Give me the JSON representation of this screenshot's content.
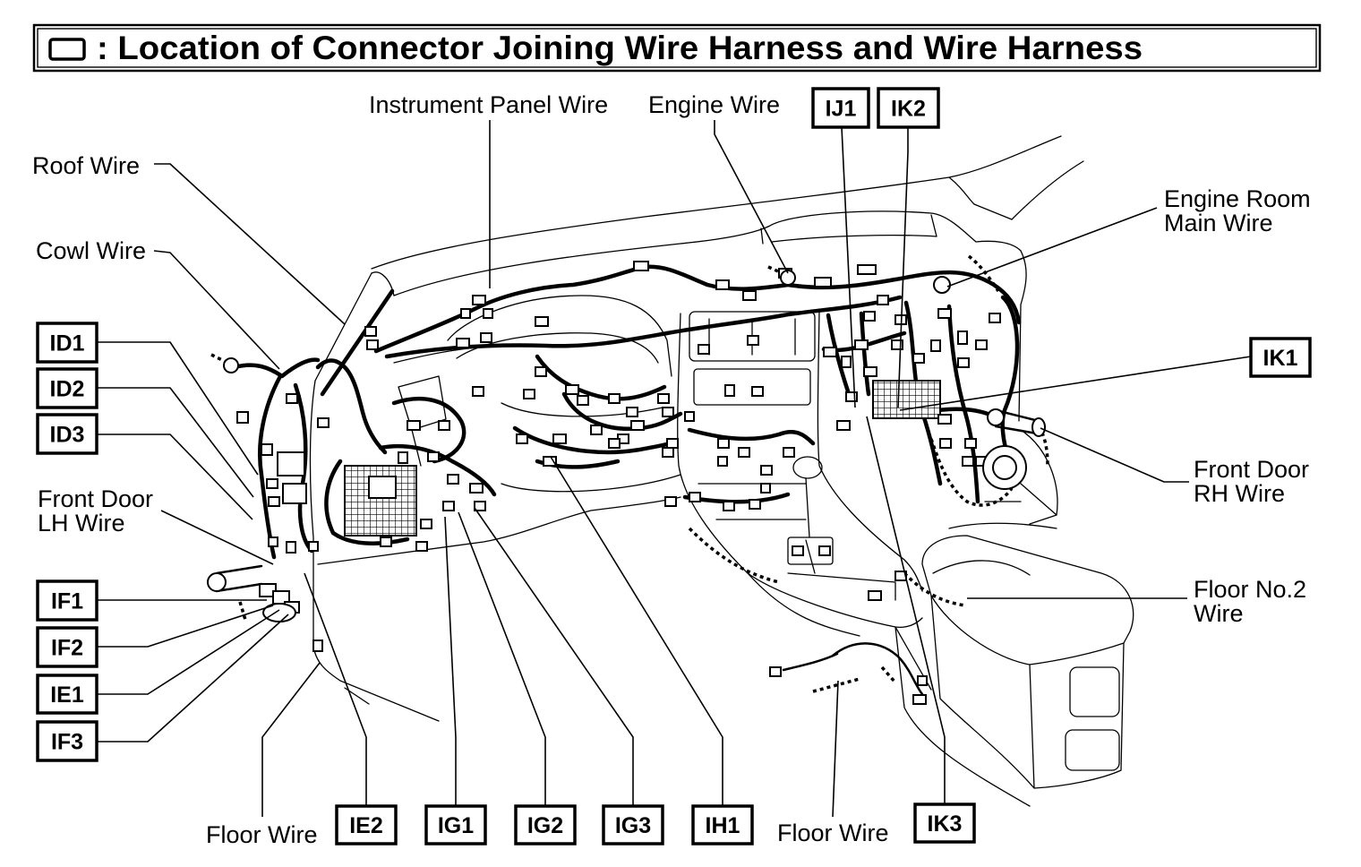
{
  "title": {
    "icon": "connector-box-icon",
    "text": ": Location of Connector Joining Wire Harness and Wire Harness"
  },
  "wire_labels": {
    "instrument_panel_wire": "Instrument Panel Wire",
    "engine_wire": "Engine Wire",
    "roof_wire": "Roof Wire",
    "cowl_wire": "Cowl Wire",
    "engine_room_main_wire": [
      "Engine Room",
      "Main Wire"
    ],
    "front_door_lh_wire": [
      "Front Door",
      "LH Wire"
    ],
    "front_door_rh_wire": [
      "Front Door",
      "RH Wire"
    ],
    "floor_no2_wire": [
      "Floor No.2",
      "Wire"
    ],
    "floor_wire_left": "Floor Wire",
    "floor_wire_bottom": "Floor Wire"
  },
  "connectors": {
    "ij1": "IJ1",
    "ik2": "IK2",
    "id1": "ID1",
    "id2": "ID2",
    "id3": "ID3",
    "ik1": "IK1",
    "if1": "IF1",
    "if2": "IF2",
    "ie1": "IE1",
    "if3": "IF3",
    "ie2": "IE2",
    "ig1": "IG1",
    "ig2": "IG2",
    "ig3": "IG3",
    "ih1": "IH1",
    "ik3": "IK3"
  }
}
